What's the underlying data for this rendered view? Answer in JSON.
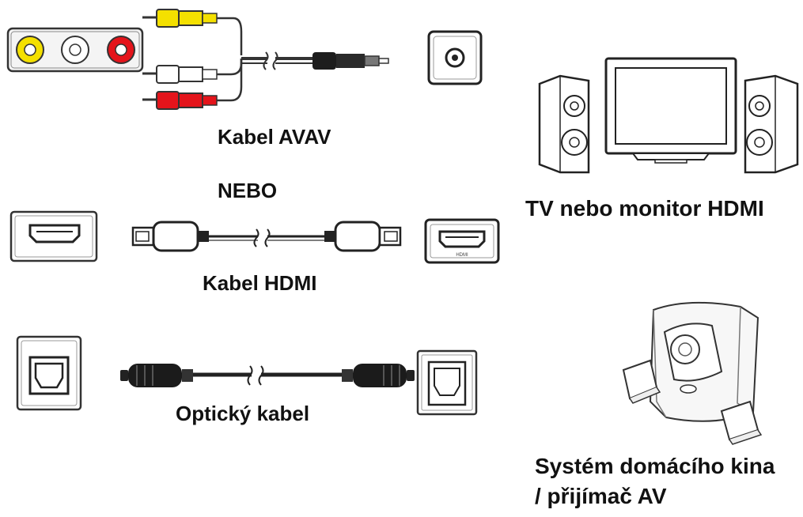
{
  "labels": {
    "avav": "Kabel AVAV",
    "or": "NEBO",
    "hdmi": "Kabel HDMI",
    "optical": "Optický kabel",
    "tv": "TV nebo monitor HDMI",
    "home_theater_line1": "Systém domácího kina",
    "home_theater_line2": "/ přijímač AV"
  },
  "port_text": {
    "hdmi_port_caption": "HDMI"
  },
  "icons": [
    "rca-jack-panel-icon",
    "rca-cable-icon",
    "coax-port-icon",
    "hdmi-port-icon",
    "hdmi-cable-icon",
    "optical-port-icon",
    "optical-cable-icon",
    "tv-monitor-icon",
    "speaker-icon",
    "subwoofer-icon"
  ],
  "colors": {
    "yellow": "#f4e000",
    "white": "#ffffff",
    "red": "#e4141b",
    "line": "#222222",
    "gray": "#cfcfcf"
  }
}
